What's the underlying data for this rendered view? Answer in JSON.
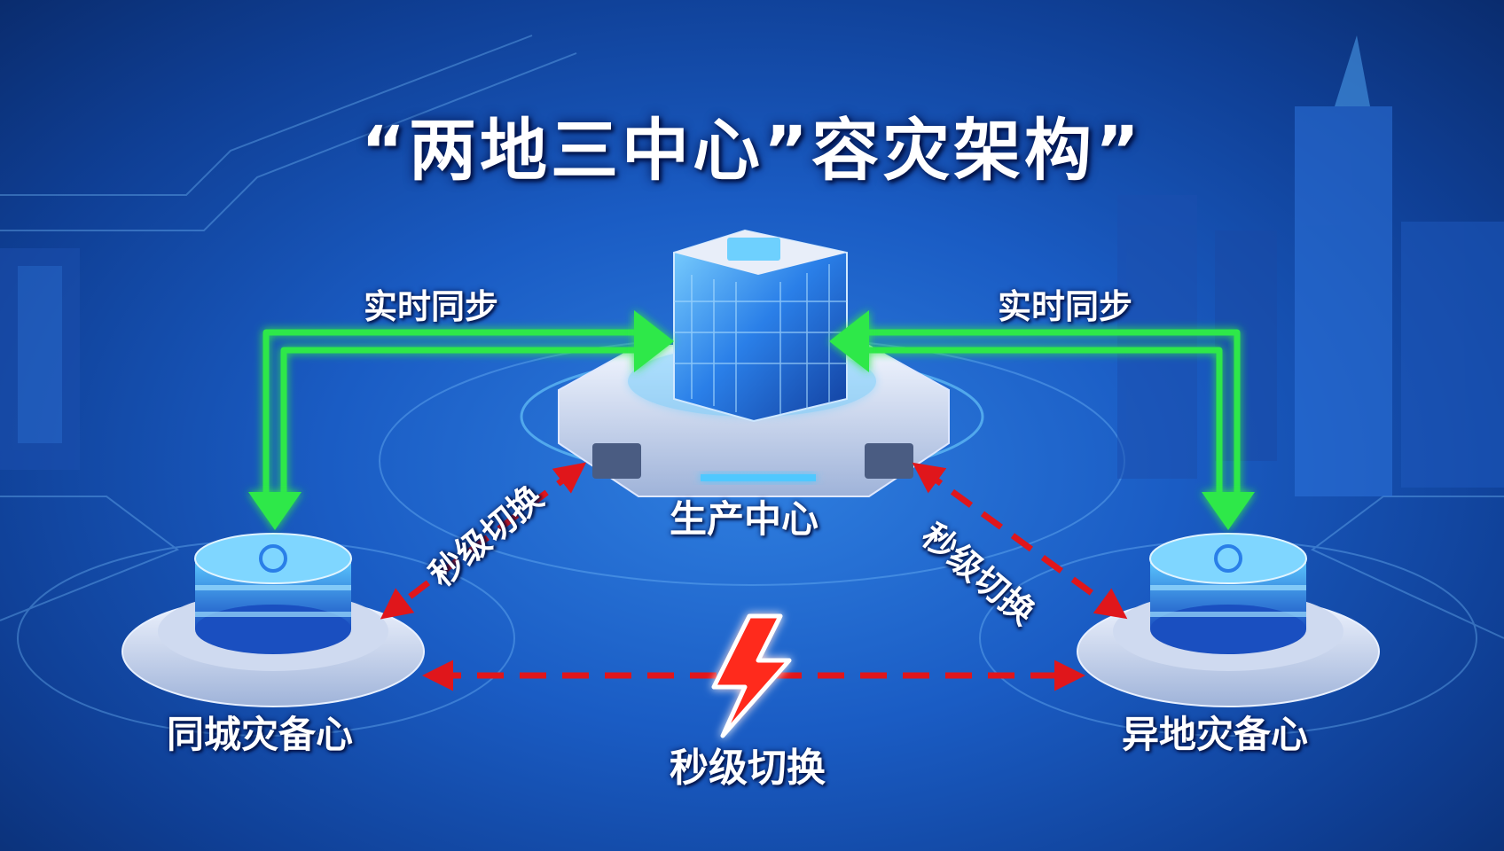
{
  "title": "“两地三中心”容灾架构”",
  "centers": {
    "production": "生产中心",
    "same_city": "同城灾备心",
    "remote": "异地灾备心"
  },
  "links": {
    "sync_left": "实时同步",
    "sync_right": "实时同步",
    "switch_left": "秒级切换",
    "switch_right": "秒级切换",
    "switch_bottom": "秒级切换"
  },
  "colors": {
    "sync_arrow": "#2ee84a",
    "switch_arrow": "#e0161b",
    "lightning": "#ff2a1a"
  }
}
